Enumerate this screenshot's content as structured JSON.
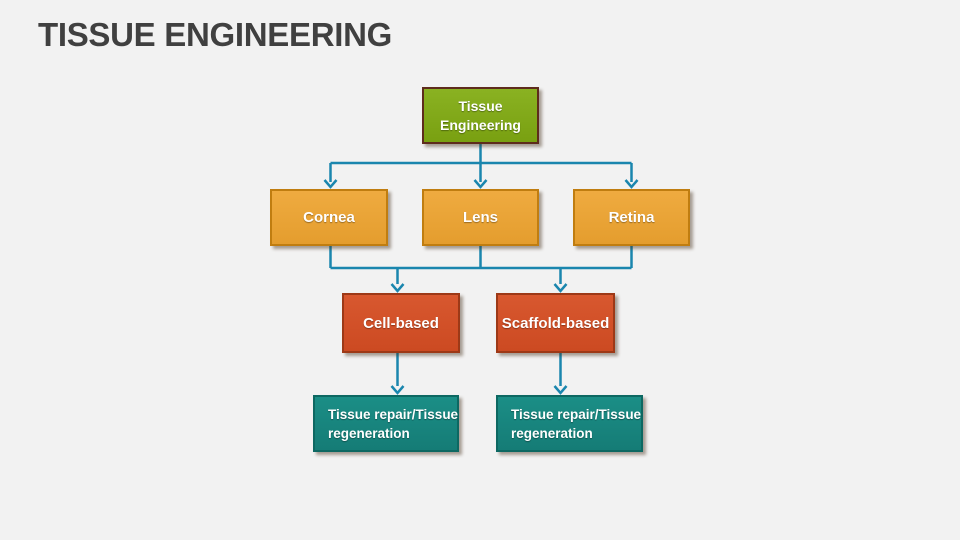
{
  "slide": {
    "title": "TISSUE ENGINEERING",
    "title_color": "#404040",
    "background_color": "#f2f2f2"
  },
  "diagram": {
    "type": "flowchart",
    "connector_color": "#1a86ae",
    "nodes": {
      "root": {
        "label": "Tissue Engineering",
        "lines": [
          "Tissue",
          "Engineering"
        ],
        "fill": "#7fa41d",
        "border": "#5e2c1c",
        "text_color": "#ffffff"
      },
      "cornea": {
        "label": "Cornea",
        "fill": "#e8a338",
        "border": "#c07d10",
        "text_color": "#ffffff"
      },
      "lens": {
        "label": "Lens",
        "fill": "#e8a338",
        "border": "#c07d10",
        "text_color": "#ffffff"
      },
      "retina": {
        "label": "Retina",
        "fill": "#e8a338",
        "border": "#c07d10",
        "text_color": "#ffffff"
      },
      "cell_based": {
        "label": "Cell-based",
        "fill": "#d14f28",
        "border": "#9d3917",
        "text_color": "#ffffff"
      },
      "scaffold_based": {
        "label": "Scaffold-based",
        "fill": "#d14f28",
        "border": "#9d3917",
        "text_color": "#ffffff"
      },
      "repair_left": {
        "label": "Tissue repair/Tissue regeneration",
        "lines": [
          "Tissue repair/Tissue",
          "regeneration"
        ],
        "fill": "#17857e",
        "border": "#0d6862",
        "text_color": "#ffffff"
      },
      "repair_right": {
        "label": "Tissue repair/Tissue regeneration",
        "lines": [
          "Tissue repair/Tissue",
          "regeneration"
        ],
        "fill": "#17857e",
        "border": "#0d6862",
        "text_color": "#ffffff"
      }
    },
    "edges": [
      "root->cornea",
      "root->lens",
      "root->retina",
      "cornea->cell_based",
      "lens->cell_based",
      "lens->scaffold_based",
      "retina->scaffold_based",
      "cell_based->repair_left",
      "scaffold_based->repair_right"
    ]
  }
}
